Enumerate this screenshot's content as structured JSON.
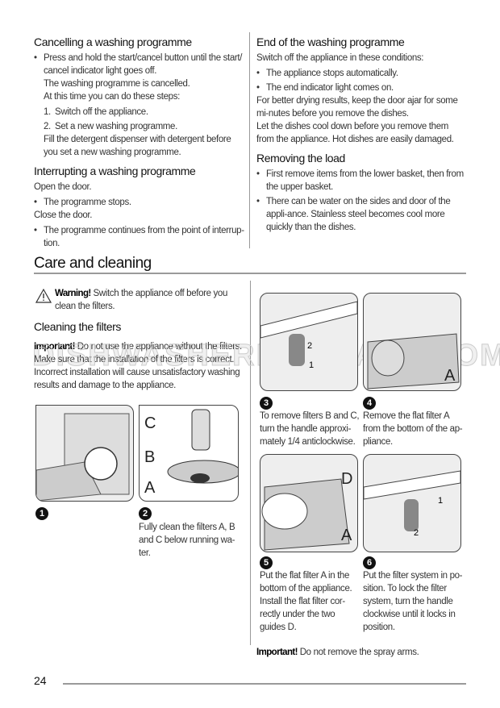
{
  "left_top": {
    "cancel": {
      "title": "Cancelling a washing programme",
      "bullet": "Press and hold the start/cancel button until the start/ cancel indicator light goes off.",
      "l1": "The washing programme is cancelled.",
      "l2": "At this time you can do these steps:",
      "steps": [
        {
          "n": "1.",
          "text": "Switch off the appliance."
        },
        {
          "n": "2.",
          "text": "Set a new washing programme."
        }
      ],
      "after": "Fill the detergent dispenser with detergent before you set a new washing programme."
    },
    "interrupt": {
      "title": "Interrupting a washing programme",
      "open": "Open the door.",
      "b1": "The programme stops.",
      "close": "Close the door.",
      "b2": "The programme continues from the point of interrup-tion."
    }
  },
  "right_top": {
    "end": {
      "title": "End of the washing programme",
      "intro": "Switch off the appliance in these conditions:",
      "b1": "The appliance stops automatically.",
      "b2": "The end indicator light comes on.",
      "p1": "For better drying results, keep the door ajar for some mi-nutes before you remove the dishes.",
      "p2": "Let the dishes cool down before you remove them from the appliance. Hot dishes are easily damaged."
    },
    "remove": {
      "title": "Removing the load",
      "b1": "First remove items from the lower basket, then from the upper basket.",
      "b2": "There can be water on the sides and door of the appli-ance. Stainless steel becomes cool more quickly than the dishes."
    }
  },
  "care": {
    "title": "Care and cleaning",
    "warning_label": "Warning!",
    "warning_text": "Switch the appliance off before you clean the filters.",
    "filters_title": "Cleaning the filters",
    "important_label": "Important!",
    "important_text": "Do not use the appliance without the filters. Make sure that the installation of the filters is correct. Incorrect installation will cause unsatisfactory washing results and damage to the appliance.",
    "steps": [
      {
        "n": "1",
        "text": ""
      },
      {
        "n": "2",
        "text": "Fully clean the filters A, B and C below running wa-ter."
      },
      {
        "n": "3",
        "text": "To remove filters B and C, turn the handle approxi-mately 1/4 anticlockwise."
      },
      {
        "n": "4",
        "text": "Remove the flat filter A from the bottom of the ap-pliance."
      },
      {
        "n": "5",
        "text": "Put the flat filter A in the bottom of the appliance. Install the flat filter cor-rectly under the two guides D."
      },
      {
        "n": "6",
        "text": "Put the filter system in po-sition. To lock the filter system, turn the handle clockwise until it locks in position."
      }
    ],
    "image_labels": {
      "c": "C",
      "b": "B",
      "a": "A",
      "d": "D",
      "one": "1",
      "two": "2"
    },
    "important2_label": "Important!",
    "important2_text": "Do not remove the spray arms."
  },
  "watermark": "DISHWASHERMANUALS.COM",
  "page_number": "24"
}
